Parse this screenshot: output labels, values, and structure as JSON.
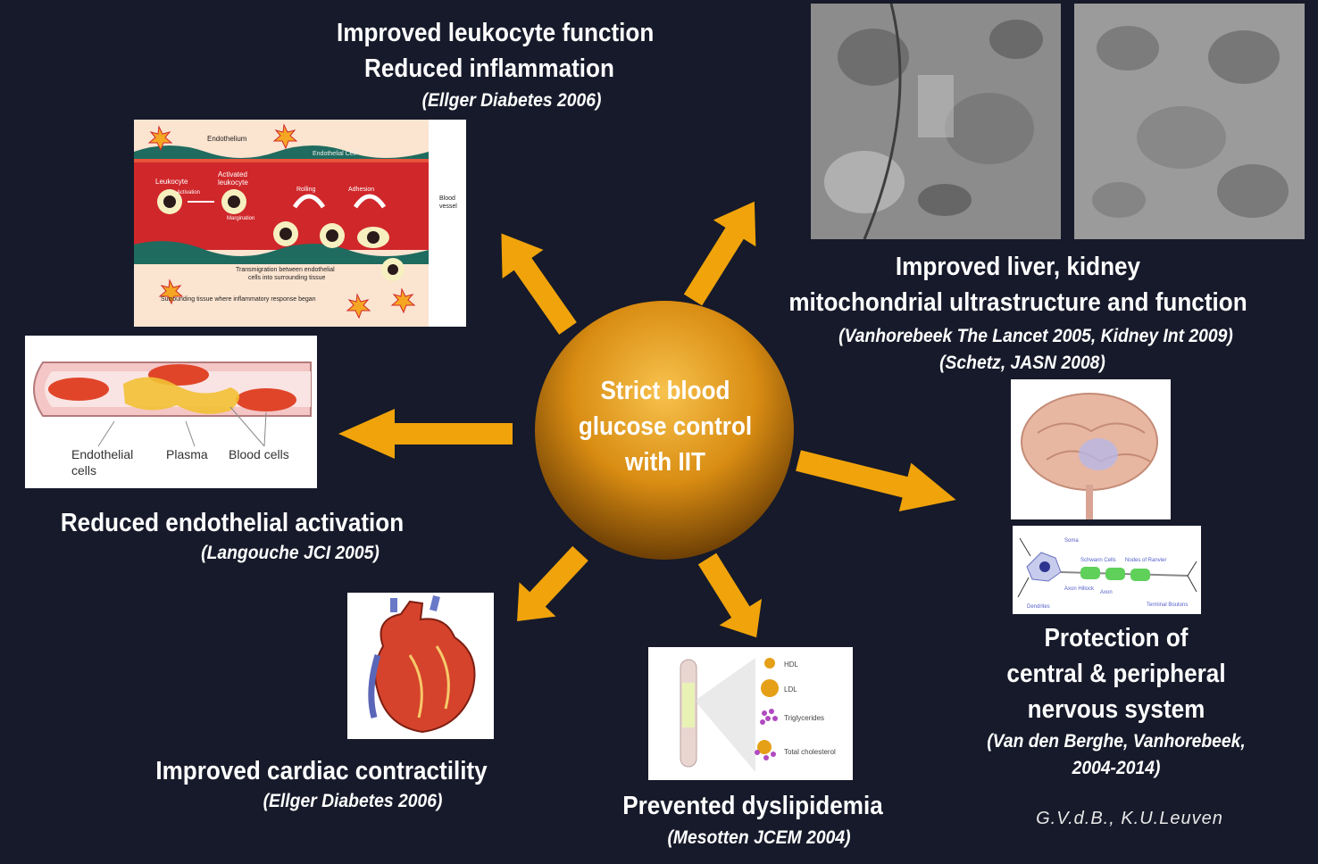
{
  "center": {
    "line1": "Strict blood",
    "line2": "glucose control",
    "line3": "with IIT"
  },
  "leukocyte": {
    "title1": "Improved leukocyte function",
    "title2": "Reduced inflammation",
    "citation": "(Ellger Diabetes 2006)",
    "figure": {
      "endothelium": "Endothelium",
      "endothelial_cell": "Endothelial Cell",
      "leukocyte": "Leukocyte",
      "activated1": "Activated",
      "activated2": "leukocyte",
      "activation": "Activation",
      "margination": "Margination",
      "rolling": "Rolling",
      "adhesion": "Adhesion",
      "blood1": "Blood",
      "blood2": "vessel",
      "transmigration1": "Transmigration between endothelial",
      "transmigration2": "cells into surrounding tissue",
      "surrounding": "Surrounding tissue where inflammatory response began"
    }
  },
  "liver": {
    "title1": "Improved liver, kidney",
    "title2": "mitochondrial ultrastructure and function",
    "citation1": "(Vanhorebeek The Lancet 2005, Kidney Int 2009)",
    "citation2": "(Schetz, JASN 2008)"
  },
  "endothelial": {
    "title": "Reduced endothelial activation",
    "citation": "(Langouche JCI 2005)",
    "figure": {
      "endothelial1": "Endothelial",
      "endothelial2": "cells",
      "plasma": "Plasma",
      "blood_cells": "Blood cells"
    }
  },
  "nervous": {
    "title1": "Protection of",
    "title2": "central & peripheral",
    "title3": "nervous system",
    "citation1": "(Van den Berghe, Vanhorebeek,",
    "citation2": "2004-2014)",
    "figure": {
      "soma": "Soma",
      "schwann": "Schwann Cells",
      "nodes": "Nodes of Ranvier",
      "hillock": "Axon Hillock",
      "axon": "Axon",
      "dendrites": "Dendrites",
      "terminal": "Terminal Boutons"
    }
  },
  "cardiac": {
    "title": "Improved cardiac contractility",
    "citation": "(Ellger Diabetes 2006)"
  },
  "lipid": {
    "title": "Prevented dyslipidemia",
    "citation": "(Mesotten JCEM 2004)",
    "figure": {
      "hdl": "HDL",
      "ldl": "LDL",
      "tg": "Triglycerides",
      "tc": "Total cholesterol"
    }
  },
  "signature": "G.V.d.B., K.U.Leuven",
  "colors": {
    "background": "#161a2a",
    "arrow": "#f0a30a",
    "circle_light": "#f5b53a",
    "circle_dark": "#7a4a05"
  }
}
